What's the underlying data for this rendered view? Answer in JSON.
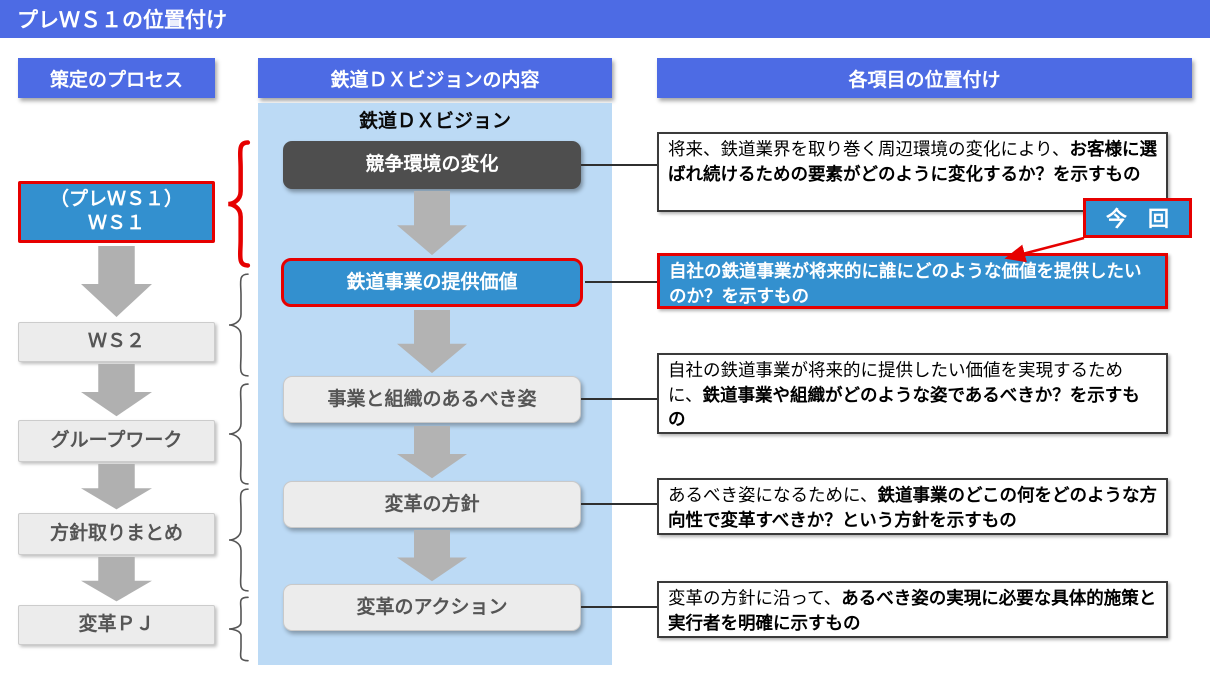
{
  "title_bar": {
    "title": "プレＷＳ１の位置付け"
  },
  "process": {
    "header": "策定のプロセス",
    "step1_line1": "（プレＷＳ１）",
    "step1_line2": "ＷＳ１",
    "steps": [
      "ＷＳ２",
      "グループワーク",
      "方針取りまとめ",
      "変革ＰＪ"
    ]
  },
  "vision": {
    "header": "鉄道ＤＸビジョンの内容",
    "panel_title": "鉄道ＤＸビジョン",
    "items": [
      "競争環境の変化",
      "鉄道事業の提供価値",
      "事業と組織のあるべき姿",
      "変革の方針",
      "変革のアクション"
    ]
  },
  "positioning": {
    "header": "各項目の位置付け",
    "badge": "今　回",
    "descriptions": [
      {
        "normal": "将来、鉄道業界を取り巻く周辺環境の変化により、",
        "bold": "お客様に選ばれ続けるための要素がどのように変化するか？を示すもの"
      },
      {
        "normal": "",
        "bold": "自社の鉄道事業が将来的に誰にどのような価値を提供したいのか？を示すもの"
      },
      {
        "normal": "自社の鉄道事業が将来的に提供したい価値を実現するために、",
        "bold": "鉄道事業や組織がどのような姿であるべきか？を示すもの"
      },
      {
        "normal": "あるべき姿になるために、",
        "bold": "鉄道事業のどこの何をどのような方向性で変革すべきか？という方針を示すもの"
      },
      {
        "normal": "変革の方針に沿って、",
        "bold": "あるべき姿の実現に必要な具体的施策と実行者を明確に示すもの"
      }
    ]
  },
  "colors": {
    "header_blue": "#4d6be4",
    "highlight_blue": "#3390cf",
    "panel_blue": "#bcdaf5",
    "accent_red": "#e60000",
    "dark_box": "#4e4e4e",
    "gray_box": "#ececec",
    "arrow_gray": "#b0b0b0"
  }
}
